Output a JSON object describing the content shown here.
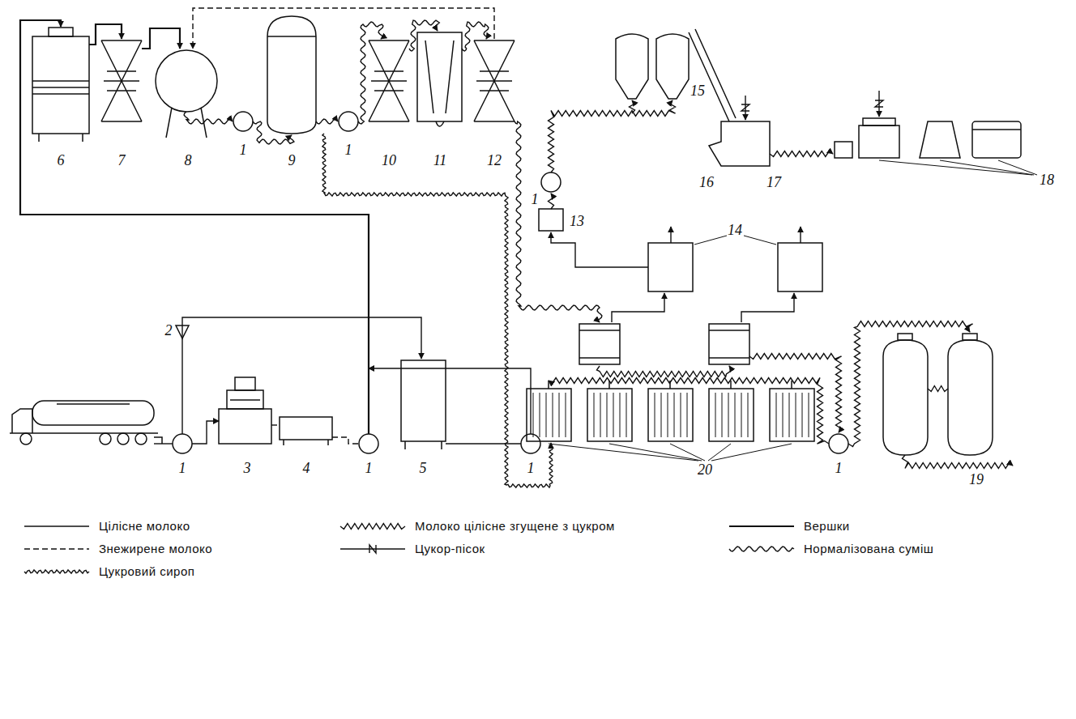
{
  "diagram": {
    "labels": [
      "6",
      "7",
      "8",
      "1",
      "9",
      "1",
      "10",
      "11",
      "12",
      "15",
      "16",
      "17",
      "18",
      "1",
      "13",
      "14",
      "2",
      "1",
      "3",
      "4",
      "1",
      "5",
      "1",
      "20",
      "1",
      "19"
    ],
    "legend": [
      {
        "text": "Цілісне молоко"
      },
      {
        "text": "Молоко цілісне згущене з цукром"
      },
      {
        "text": "Вершки"
      },
      {
        "text": "Знежирене молоко"
      },
      {
        "text": "Цукор-пісок"
      },
      {
        "text": "Нормалізована суміш"
      },
      {
        "text": "Цукровий сироп"
      }
    ]
  }
}
